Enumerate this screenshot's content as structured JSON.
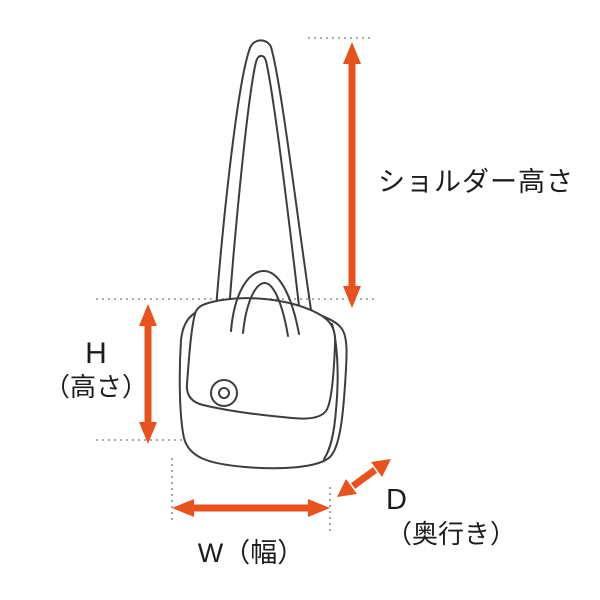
{
  "diagram": {
    "illustration": "shoulder-bag-line-drawing",
    "labels": {
      "shoulder_height": "ショルダー高さ",
      "height_letter": "H",
      "height_name": "（高さ）",
      "width": "W（幅）",
      "depth_letter": "D",
      "depth_name": "（奥行き）"
    },
    "colors": {
      "arrow": "#e8521c",
      "outline": "#3d3d3d",
      "guide": "#8f8f8f",
      "background": "#ffffff"
    }
  }
}
